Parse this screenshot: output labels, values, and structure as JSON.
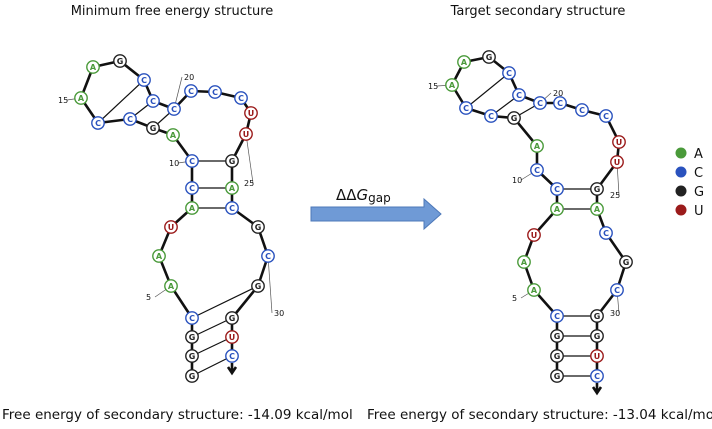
{
  "titles": {
    "left": "Minimum free energy structure",
    "right": "Target secondary structure"
  },
  "energies": {
    "left": "Free energy of secondary structure: -14.09 kcal/mol",
    "right": "Free energy of secondary structure: -13.04 kcal/mol"
  },
  "arrow_label": {
    "prefix": "ΔΔ",
    "symbol": "G",
    "subscript": "gap"
  },
  "colors": {
    "A": "#4a9a3a",
    "C": "#2a52be",
    "G": "#222222",
    "U": "#9b1b1b"
  },
  "legend": [
    {
      "base": "A",
      "label": "A"
    },
    {
      "base": "C",
      "label": "C"
    },
    {
      "base": "G",
      "label": "G"
    },
    {
      "base": "U",
      "label": "U"
    }
  ],
  "structures": {
    "left": {
      "sequence": [
        "G",
        "G",
        "G",
        "C",
        "A",
        "A",
        "U",
        "A",
        "C",
        "C",
        "A",
        "G",
        "C",
        "C",
        "A",
        "A",
        "G",
        "C",
        "C",
        "C",
        "C",
        "C",
        "C",
        "U",
        "U",
        "G",
        "A",
        "C",
        "G",
        "C",
        "G",
        "G",
        "U",
        "C"
      ],
      "index_labels": [
        {
          "n": 5,
          "text": "5"
        },
        {
          "n": 10,
          "text": "10"
        },
        {
          "n": 15,
          "text": "15"
        },
        {
          "n": 20,
          "text": "20"
        },
        {
          "n": 25,
          "text": "25"
        },
        {
          "n": 30,
          "text": "30"
        }
      ]
    },
    "right": {
      "sequence": [
        "G",
        "G",
        "G",
        "C",
        "A",
        "A",
        "U",
        "A",
        "C",
        "C",
        "A",
        "G",
        "C",
        "C",
        "A",
        "A",
        "G",
        "C",
        "C",
        "C",
        "C",
        "C",
        "C",
        "U",
        "U",
        "G",
        "A",
        "C",
        "G",
        "C",
        "G",
        "G",
        "U",
        "C"
      ],
      "index_labels": [
        {
          "n": 5,
          "text": "5"
        },
        {
          "n": 10,
          "text": "10"
        },
        {
          "n": 15,
          "text": "15"
        },
        {
          "n": 20,
          "text": "20"
        },
        {
          "n": 25,
          "text": "25"
        },
        {
          "n": 30,
          "text": "30"
        }
      ]
    }
  }
}
